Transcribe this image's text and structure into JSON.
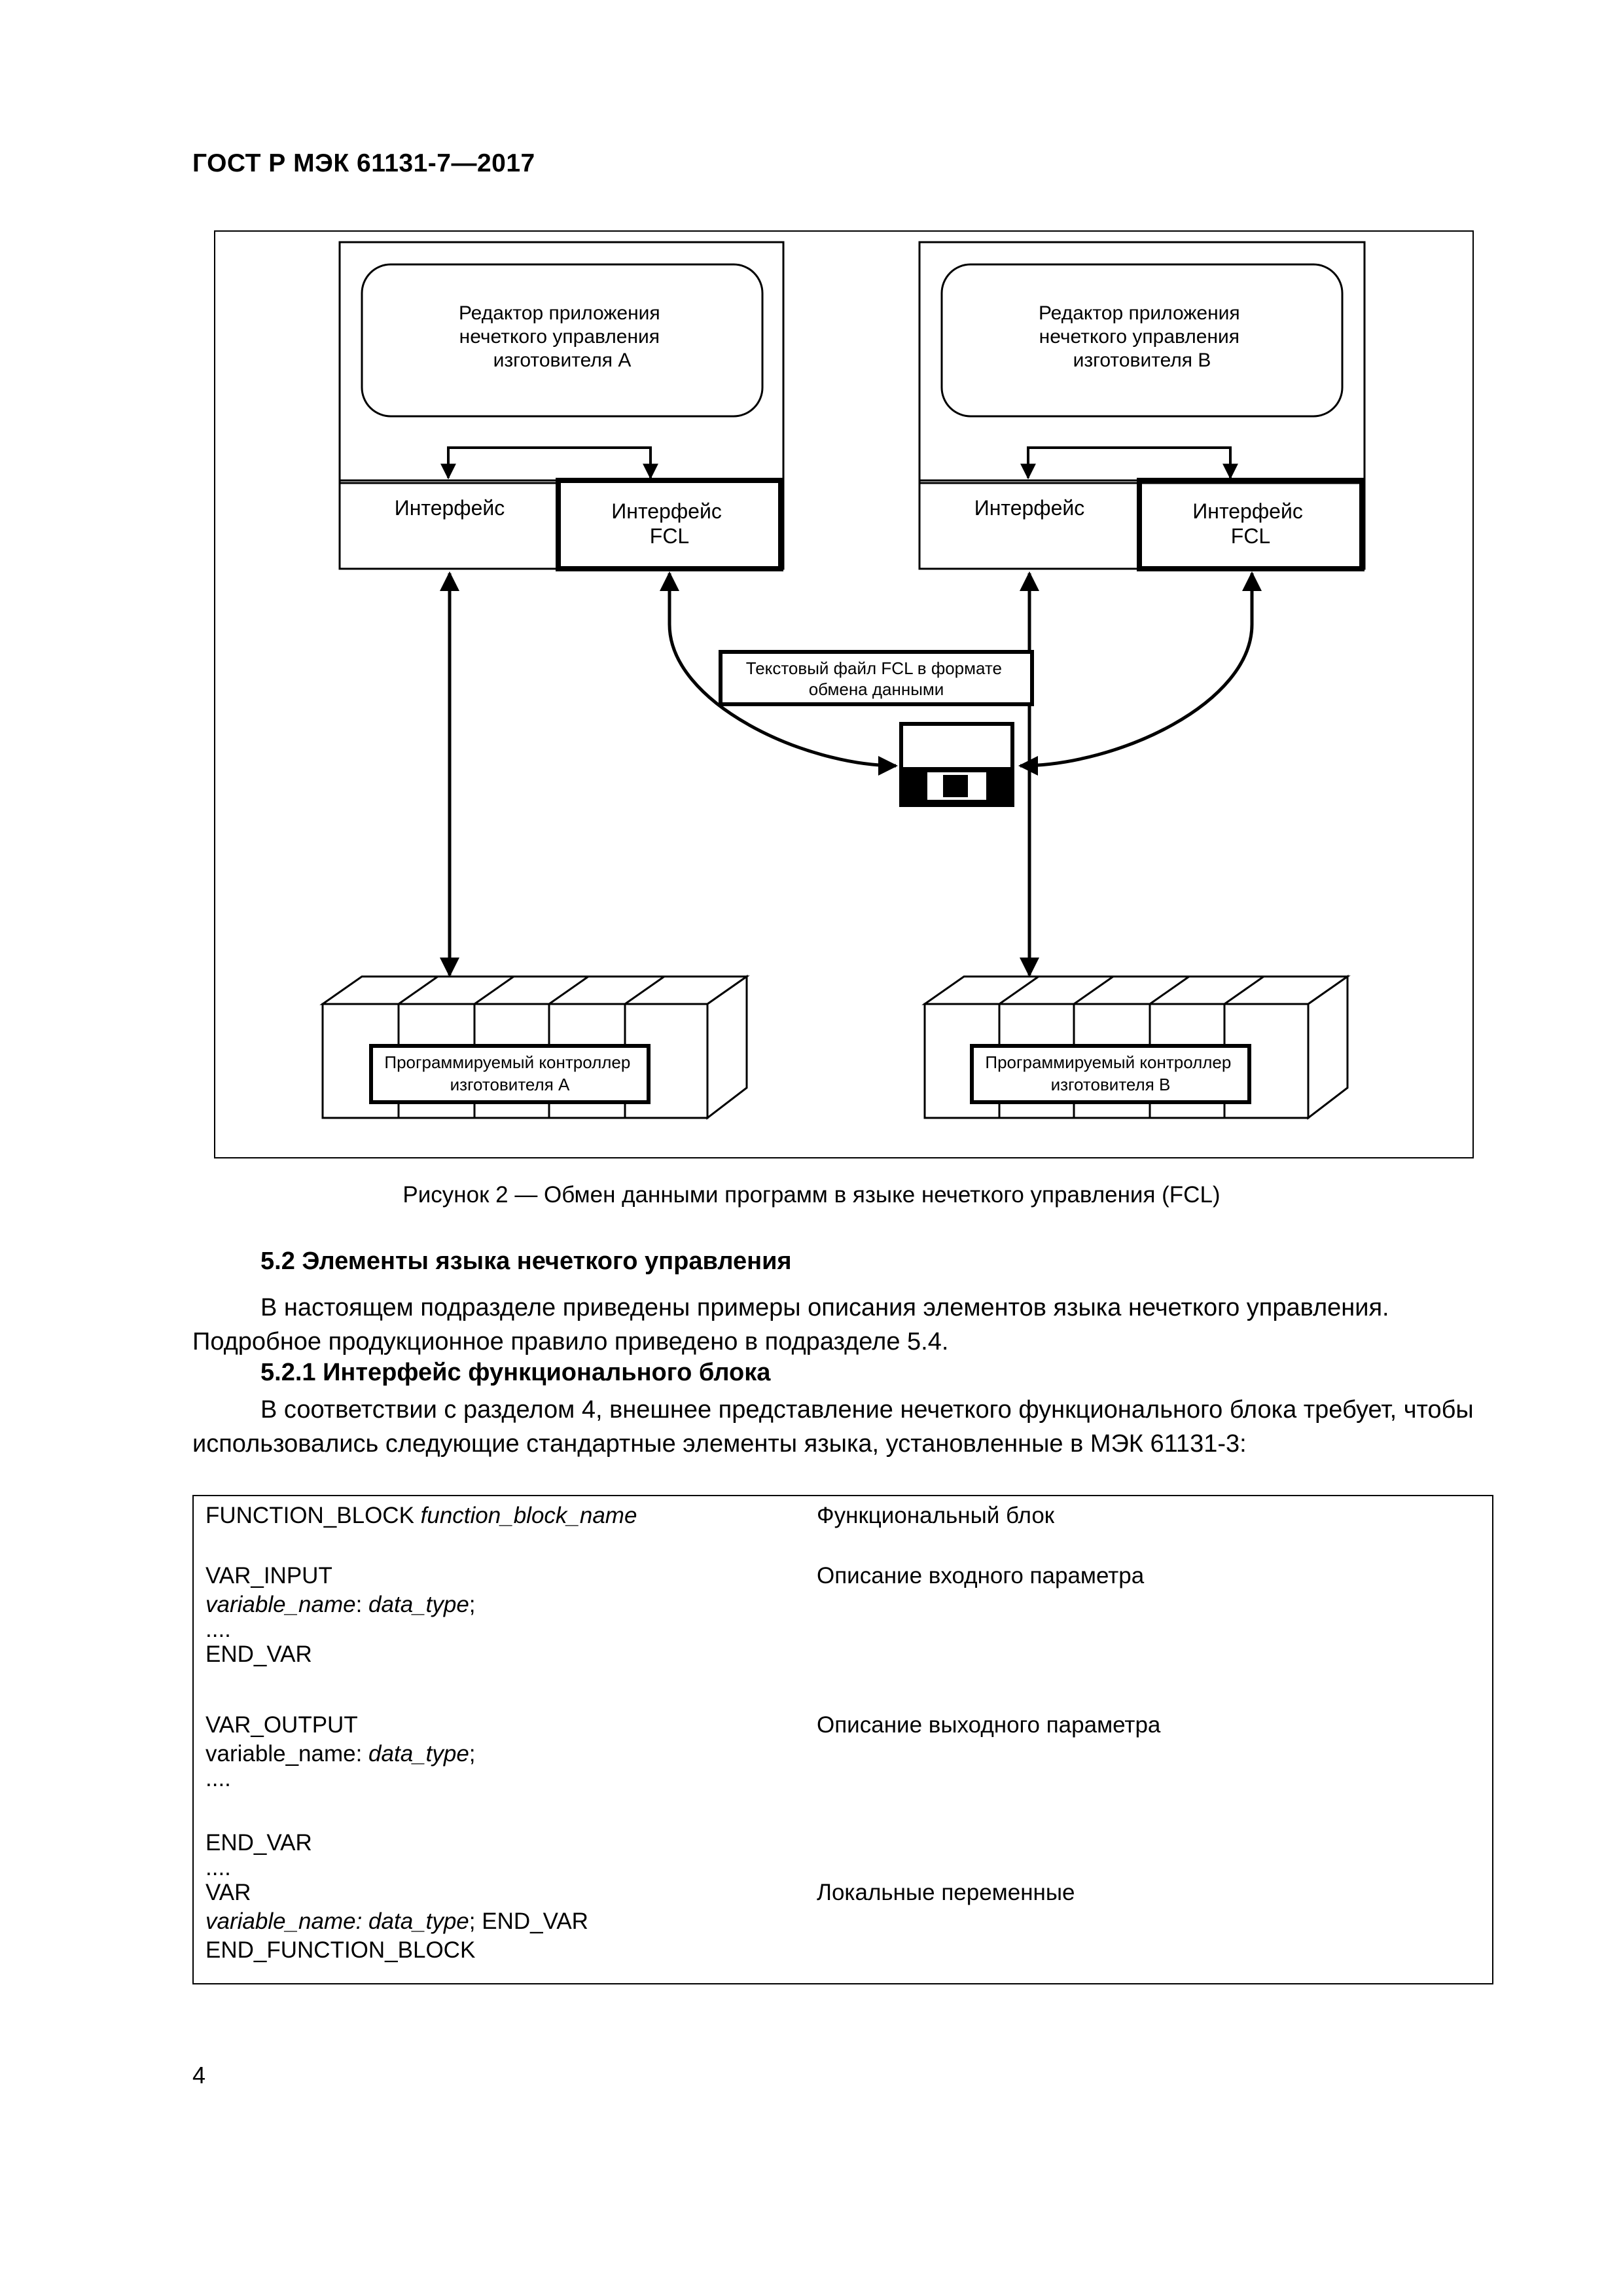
{
  "header": {
    "title": "ГОСТ Р МЭК 61131-7—2017"
  },
  "figure": {
    "editor_a": [
      "Редактор приложения",
      "нечеткого управления",
      "изготовителя А"
    ],
    "editor_b": [
      "Редактор приложения",
      "нечеткого управления",
      "изготовителя В"
    ],
    "interface_label": "Интерфейс",
    "fcl_interface": [
      "Интерфейс",
      "FCL"
    ],
    "file_label": [
      "Текстовый файл FCL в формате",
      "обмена данными"
    ],
    "plc_a": [
      "Программируемый контроллер",
      "изготовителя А"
    ],
    "plc_b": [
      "Программируемый контроллер",
      "изготовителя В"
    ],
    "caption": "Рисунок 2 — Обмен данными программ в языке нечеткого управления (FCL)"
  },
  "section": {
    "heading": "5.2 Элементы языка нечеткого управления",
    "para1": "В настоящем подразделе приведены примеры описания элементов языка нечеткого управления. Подробное продукционное правило приведено в подразделе 5.4.",
    "subheading": "5.2.1 Интерфейс функционального блока",
    "para2": "В соответствии с разделом 4, внешнее представление нечеткого функционального блока требует, чтобы использовались следующие стандартные элементы языка, установленные в МЭК 61131-3:"
  },
  "code": {
    "fb_keyword": "FUNCTION_BLOCK ",
    "fb_name": "function_block_name",
    "fb_desc": "Функциональный блок",
    "var_input": "VAR_INPUT",
    "input_desc": "Описание входного параметра",
    "input_decl_var": "variable_name",
    "input_decl_sep": ": ",
    "input_decl_type": "data_type",
    "input_decl_end": ";",
    "dots": "....",
    "end_var": "END_VAR",
    "var_output": "VAR_OUTPUT",
    "output_desc": "Описание выходного параметра",
    "output_decl_var": "variable_name: ",
    "output_decl_type": "data_type",
    "output_decl_end": ";",
    "var": "VAR",
    "local_desc": "Локальные переменные",
    "local_decl": "variable_name: data_type",
    "local_decl_end": "; END_VAR",
    "end_fb": "END_FUNCTION_BLOCK"
  },
  "footer": {
    "page_number": "4"
  }
}
